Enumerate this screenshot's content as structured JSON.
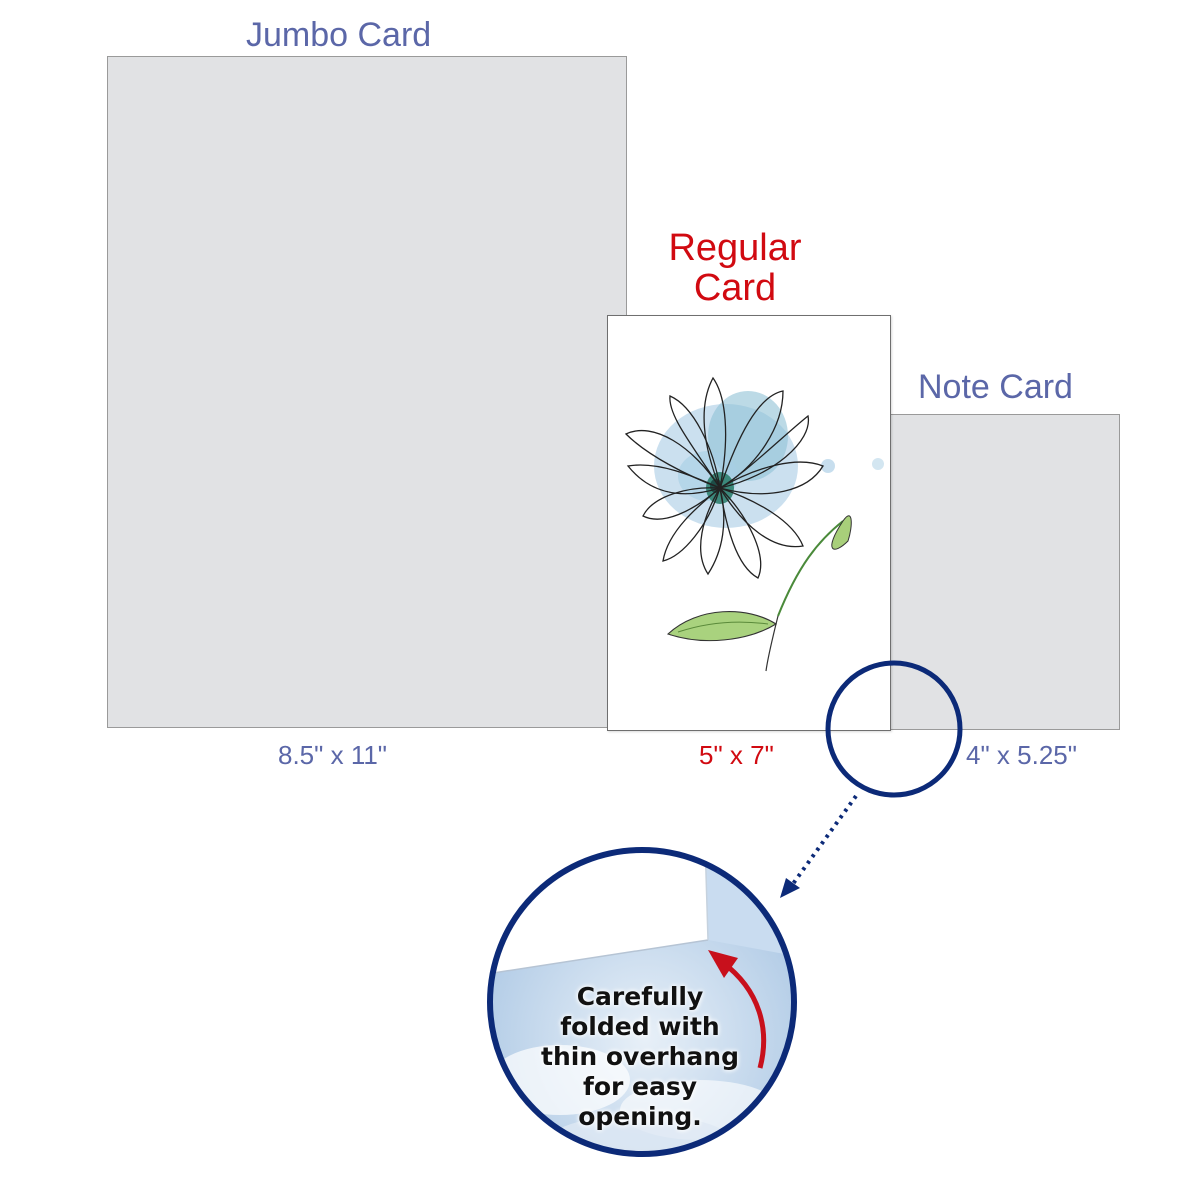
{
  "cards": {
    "jumbo": {
      "title": "Jumbo Card",
      "size": "8.5ʺ  x 11ʺ"
    },
    "regular": {
      "title": "Regular\nCard",
      "size": "5ʺ x 7ʺ"
    },
    "note": {
      "title": "Note Card",
      "size": "4ʺ x 5.25ʺ"
    }
  },
  "callout": {
    "text": "Carefully\nfolded with\nthin overhang\nfor easy\nopening."
  },
  "colors": {
    "label_blue": "#5b67a8",
    "label_red": "#d10a11",
    "card_gray": "#e1e2e4",
    "circle_navy": "#0c2a78",
    "arrow_red": "#c8101c"
  },
  "icons": [
    "flower-illustration",
    "magnify-circle-icon",
    "dotted-arrow-icon",
    "curved-arrow-icon"
  ]
}
